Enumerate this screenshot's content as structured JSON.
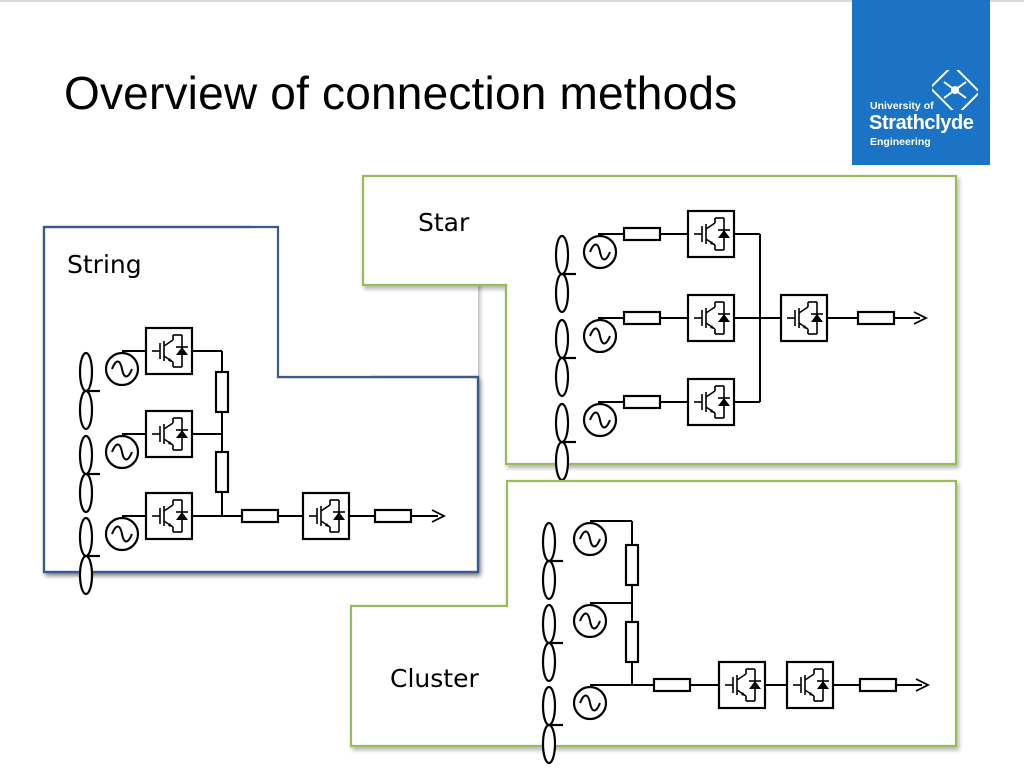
{
  "slide": {
    "title": "Overview of connection methods"
  },
  "logo": {
    "line1": "University of",
    "line2": "Strathclyde",
    "line3": "Engineering",
    "background": "#1a73c4"
  },
  "panels": {
    "string": {
      "label": "String",
      "border_color": "#3a5a8c"
    },
    "star": {
      "label": "Star",
      "border_color": "#9bbb59"
    },
    "cluster": {
      "label": "Cluster",
      "border_color": "#9bbb59"
    }
  },
  "symbols": [
    "turbine-icon",
    "generator-icon",
    "converter-icon",
    "cable-resistor-icon",
    "output-arrow-icon"
  ]
}
